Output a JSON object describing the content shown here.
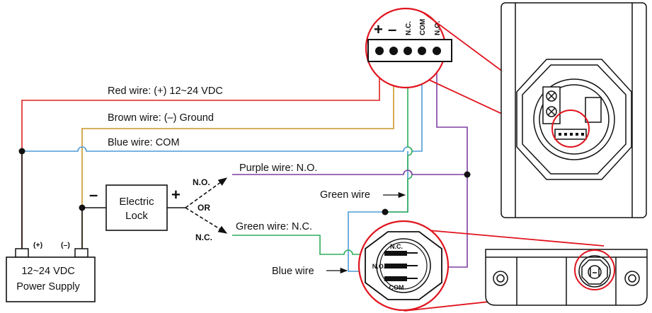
{
  "wire_labels": {
    "red": "Red wire: (+) 12~24 VDC",
    "brown": "Brown wire: (–) Ground",
    "blue": "Blue wire: COM",
    "purple": "Purple wire: N.O.",
    "green_nc": "Green wire: N.C.",
    "green": "Green wire",
    "blue2": "Blue wire"
  },
  "lock": {
    "line1": "Electric",
    "line2": "Lock",
    "minus": "–",
    "plus": "+"
  },
  "switch": {
    "no": "N.O.",
    "or": "OR",
    "nc": "N.C."
  },
  "power_supply": {
    "line1": "12~24 VDC",
    "line2": "Power Supply",
    "pos": "(+)",
    "neg": "(–)"
  },
  "terminal": {
    "plus": "+",
    "minus": "–",
    "nc": "N.C.",
    "com": "COM",
    "no": "N.O."
  },
  "button_contacts": {
    "nc": "N.C.",
    "no": "N.O.",
    "com": "COM"
  },
  "colors": {
    "red": "#e02020",
    "brown": "#c8962a",
    "blue": "#4d9bd6",
    "green": "#2fae5a",
    "purple": "#7e3fa3",
    "callout": "#e0141e"
  }
}
